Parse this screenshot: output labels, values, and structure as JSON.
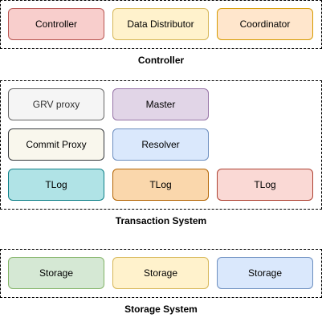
{
  "groups": {
    "controller": {
      "label": "Controller",
      "boxes": [
        {
          "label": "Controller",
          "fill": "#f8cecc",
          "stroke": "#b85450",
          "text_color": "#000000"
        },
        {
          "label": "Data Distributor",
          "fill": "#fff2cc",
          "stroke": "#d6b656",
          "text_color": "#000000"
        },
        {
          "label": "Coordinator",
          "fill": "#ffe6cc",
          "stroke": "#d79b00",
          "text_color": "#000000"
        }
      ]
    },
    "transaction": {
      "label": "Transaction System",
      "boxes": [
        {
          "label": "GRV proxy",
          "fill": "#f5f5f5",
          "stroke": "#666666",
          "text_color": "#333333"
        },
        {
          "label": "Master",
          "fill": "#e1d5e7",
          "stroke": "#9673a6",
          "text_color": "#000000"
        },
        {
          "label": "Commit Proxy",
          "fill": "#f9f7ed",
          "stroke": "#36393d",
          "text_color": "#000000"
        },
        {
          "label": "Resolver",
          "fill": "#dae8fc",
          "stroke": "#6c8ebf",
          "text_color": "#000000"
        },
        {
          "label": "TLog",
          "fill": "#b0e3e6",
          "stroke": "#0e8088",
          "text_color": "#000000"
        },
        {
          "label": "TLog",
          "fill": "#fad7ac",
          "stroke": "#b46504",
          "text_color": "#000000"
        },
        {
          "label": "TLog",
          "fill": "#fad9d5",
          "stroke": "#ae4132",
          "text_color": "#000000"
        }
      ]
    },
    "storage": {
      "label": "Storage System",
      "boxes": [
        {
          "label": "Storage",
          "fill": "#d5e8d4",
          "stroke": "#82b366",
          "text_color": "#000000"
        },
        {
          "label": "Storage",
          "fill": "#fff2cc",
          "stroke": "#d6b656",
          "text_color": "#000000"
        },
        {
          "label": "Storage",
          "fill": "#dae8fc",
          "stroke": "#6c8ebf",
          "text_color": "#000000"
        }
      ]
    }
  }
}
